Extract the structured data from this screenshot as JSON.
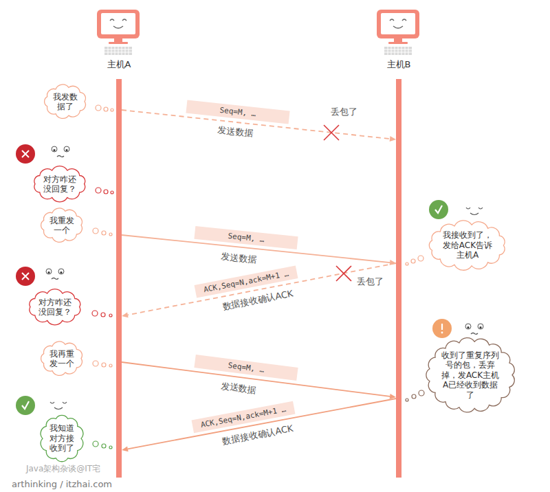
{
  "diagram": {
    "nodes": [
      {
        "text": [
          "主机A"
        ]
      },
      {
        "text": [
          "主机B"
        ]
      },
      {
        "text": [
          "我发数据了"
        ]
      },
      {
        "text": [
          "对方咋还没回复？"
        ]
      },
      {
        "text": [
          "我重发一个"
        ]
      },
      {
        "text": [
          "我接收到了，发给ACK告诉主机A"
        ]
      },
      {
        "text": [
          "对方咋还没回复？"
        ]
      },
      {
        "text": [
          "我再重发一个"
        ]
      },
      {
        "text": [
          "收到了重复序列号的包，丢弃掉，发ACK主机A已经收到数据了"
        ]
      },
      {
        "text": [
          "我知道对方接收到了"
        ]
      }
    ],
    "edges": [
      {
        "from": 0,
        "to": 1,
        "label": "Seq=M, …",
        "arrow": "to"
      },
      {
        "from": 0,
        "to": 1,
        "label": "Seq=M, …",
        "arrow": "to"
      },
      {
        "from": 1,
        "to": 0,
        "label": "ACK,Seq=N,ack=M+1 …",
        "arrow": "to"
      },
      {
        "from": 0,
        "to": 1,
        "label": "Seq=M, …",
        "arrow": "to"
      },
      {
        "from": 1,
        "to": 0,
        "label": "ACK,Seq=N,ack=M+1 …",
        "arrow": "to"
      }
    ],
    "labels": [
      "丢包了",
      "发送数据",
      "发送数据",
      "丢包了",
      "数据接收确认ACK",
      "发送数据",
      "数据接收确认ACK",
      "Java架构杂谈@IT宅",
      "arthinking / itzhai.com"
    ]
  }
}
